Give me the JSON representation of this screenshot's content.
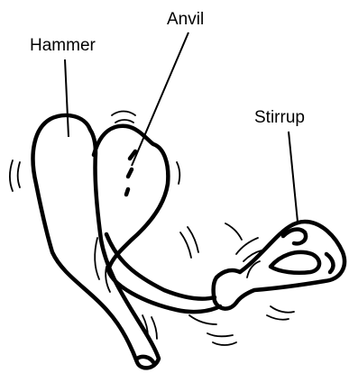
{
  "labels": {
    "hammer": "Hammer",
    "anvil": "Anvil",
    "stirrup": "Stirrup"
  },
  "colors": {
    "ink": "#000000",
    "background": "#ffffff"
  }
}
